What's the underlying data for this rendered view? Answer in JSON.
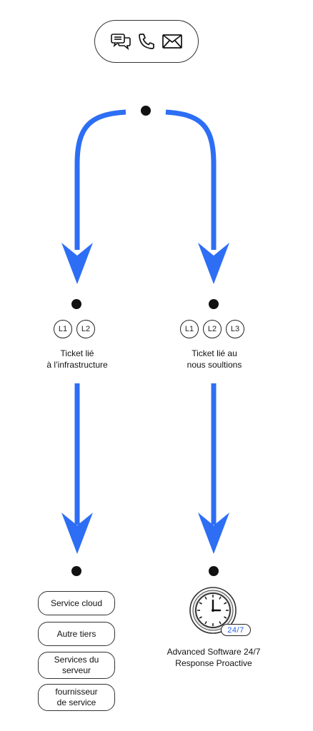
{
  "colors": {
    "arrow": "#2d6ef5",
    "ink": "#111111",
    "badge_text": "#2563eb"
  },
  "contact": {
    "icons": [
      "chat-icon",
      "phone-icon",
      "mail-icon"
    ]
  },
  "left_branch": {
    "levels": [
      "L1",
      "L2"
    ],
    "label_line1": "Ticket lié",
    "label_line2": "à l’infrastructure",
    "items": [
      {
        "line1": "Service cloud",
        "line2": ""
      },
      {
        "line1": "Autre tiers",
        "line2": ""
      },
      {
        "line1": "Services du",
        "line2": "serveur"
      },
      {
        "line1": "fournisseur",
        "line2": "de service"
      }
    ]
  },
  "right_branch": {
    "levels": [
      "L1",
      "L2",
      "L3"
    ],
    "label_line1": "Ticket lié au",
    "label_line2": "nous soultions",
    "badge": "24/7",
    "result_line1": "Advanced Software 24/7",
    "result_line2": "Response Proactive"
  }
}
